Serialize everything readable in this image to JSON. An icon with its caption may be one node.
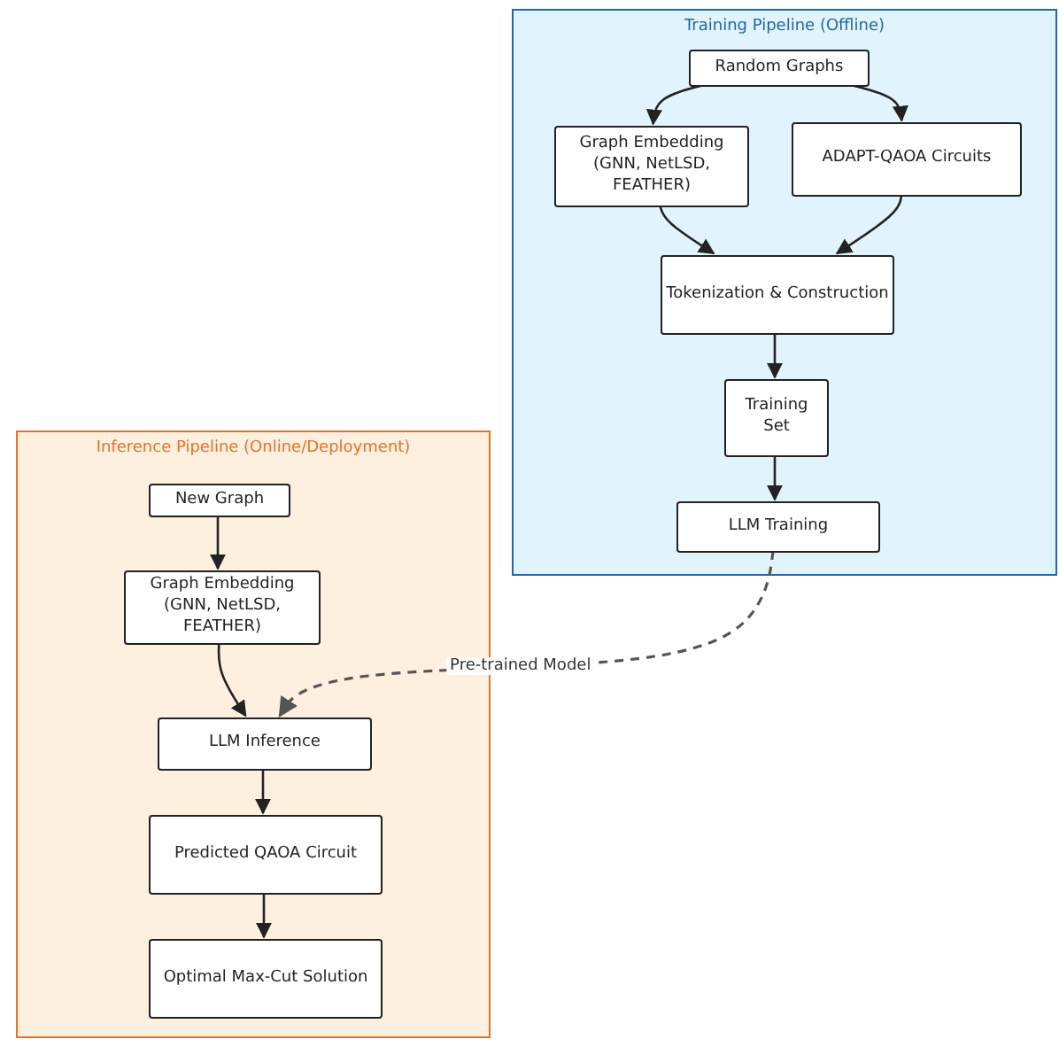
{
  "diagram": {
    "nodes": [
      {
        "text": [
          "Training Pipeline (Offline)"
        ]
      },
      {
        "text": [
          "Random Graphs"
        ],
        "in": 0
      },
      {
        "text": [
          "Graph Embedding (GNN, NetLSD, FEATHER)"
        ],
        "in": 0
      },
      {
        "text": [
          "ADAPT-QAOA Circuits"
        ],
        "in": 0
      },
      {
        "text": [
          "Tokenization & Construction"
        ],
        "in": 0
      },
      {
        "text": [
          "Training Set"
        ],
        "in": 0
      },
      {
        "text": [
          "LLM Training"
        ],
        "in": 0
      },
      {
        "text": [
          "Inference Pipeline (Online/Deployment)"
        ]
      },
      {
        "text": [
          "New Graph"
        ],
        "in": 7
      },
      {
        "text": [
          "Graph Embedding (GNN, NetLSD, FEATHER)"
        ],
        "in": 7
      },
      {
        "text": [
          "LLM Inference"
        ],
        "in": 7
      },
      {
        "text": [
          "Predicted QAOA Circuit"
        ],
        "in": 7
      },
      {
        "text": [
          "Optimal Max-Cut Solution"
        ],
        "in": 7
      }
    ],
    "edges": [
      {
        "from": 1,
        "to": 2,
        "arrow": "to"
      },
      {
        "from": 1,
        "to": 3,
        "arrow": "to"
      },
      {
        "from": 2,
        "to": 4,
        "arrow": "to"
      },
      {
        "from": 3,
        "to": 4,
        "arrow": "to"
      },
      {
        "from": 4,
        "to": 5,
        "arrow": "to"
      },
      {
        "from": 5,
        "to": 6,
        "arrow": "to"
      },
      {
        "from": 8,
        "to": 9,
        "arrow": "to"
      },
      {
        "from": 9,
        "to": 10,
        "arrow": "to"
      },
      {
        "from": 10,
        "to": 11,
        "arrow": "to"
      },
      {
        "from": 11,
        "to": 12,
        "arrow": "to"
      },
      {
        "from": 6,
        "to": 10,
        "arrow": "to",
        "label": "Pre-trained Model",
        "style": "dashed",
        "color": "#555555"
      }
    ]
  }
}
